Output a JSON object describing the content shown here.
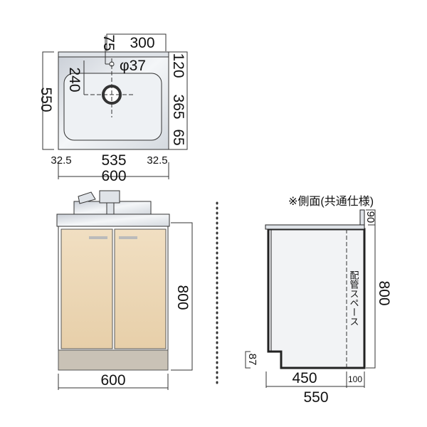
{
  "top_view": {
    "width_total": "600",
    "depth_total": "550",
    "faucet_offset_x": "300",
    "faucet_offset_y": "75",
    "faucet_hole": "φ37",
    "drain_offset": "240",
    "right_dims": [
      "120",
      "365",
      "65"
    ],
    "bottom_dims": [
      "32.5",
      "535",
      "32.5"
    ]
  },
  "front_view": {
    "height": "800",
    "width": "600"
  },
  "side_view": {
    "title": "※側面(共通仕様)",
    "backsplash_height": "90",
    "height": "800",
    "plinth_height": "87",
    "depth_front": "450",
    "depth_pipe": "100",
    "depth_total": "550",
    "pipe_space_label": "配管スペース"
  },
  "colors": {
    "wood": "#ecd7b6",
    "plinth": "#c9c2b6",
    "steel": "#e3e7ec"
  }
}
